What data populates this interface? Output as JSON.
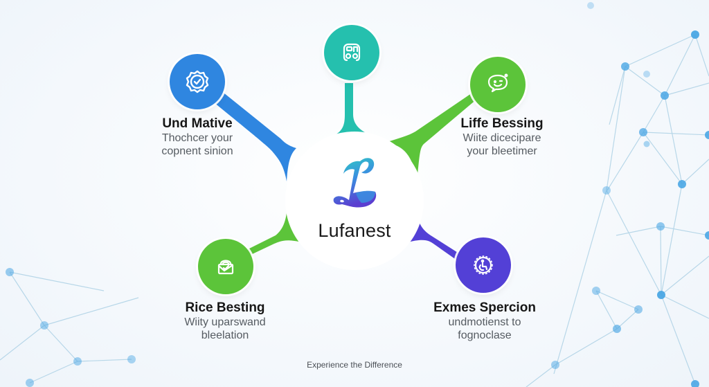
{
  "brand": {
    "name": "Lufanest",
    "logo_icon": "script-letter-l-logo",
    "gradient": [
      "#2ecfc0",
      "#3a8fe0",
      "#5b3fd0"
    ]
  },
  "nodes": [
    {
      "id": "top-left",
      "title": "Und Mative",
      "desc_line1": "Thochcer your",
      "desc_line2": "copnent sinion",
      "icon": "badge-check-icon",
      "color": "#2f86e0"
    },
    {
      "id": "top",
      "title": "",
      "desc_line1": "",
      "desc_line2": "",
      "icon": "vehicle-icon",
      "color": "#25c0ae"
    },
    {
      "id": "top-right",
      "title": "Liffe Bessing",
      "desc_line1": "Wiite dicecipare",
      "desc_line2": "your bleetimer",
      "icon": "smiley-chat-icon",
      "color": "#5cc43a"
    },
    {
      "id": "bottom-left",
      "title": "Rice Besting",
      "desc_line1": "Wiity uparswand",
      "desc_line2": "bleelation",
      "icon": "envelope-shield-icon",
      "color": "#5cc43a"
    },
    {
      "id": "bottom-right",
      "title": "Exmes Spercion",
      "desc_line1": "undmotienst to",
      "desc_line2": "fognoclase",
      "icon": "accessibility-clock-icon",
      "color": "#5340d6"
    }
  ],
  "footer": {
    "tagline": "Experience the Difference"
  },
  "background": {
    "base": "#f3f7fb",
    "network_dot_color": "#4aa6e4",
    "network_line_color": "#9cc6df"
  }
}
